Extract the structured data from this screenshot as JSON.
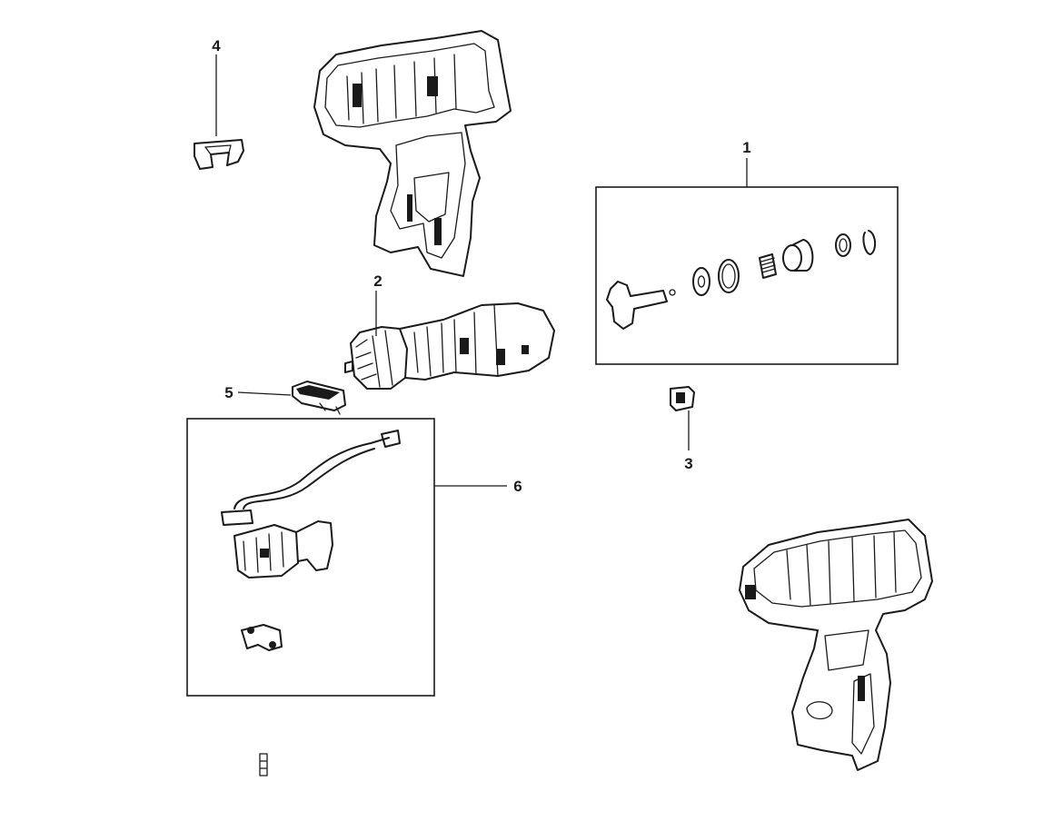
{
  "callouts": {
    "c1": "1",
    "c2": "2",
    "c3": "3",
    "c4": "4",
    "c5": "5",
    "c6": "6"
  },
  "parts": [
    {
      "id": "1",
      "icon": "gear-shaft-assembly-icon"
    },
    {
      "id": "2",
      "icon": "motor-gearbox-icon"
    },
    {
      "id": "3",
      "icon": "clip-icon"
    },
    {
      "id": "4",
      "icon": "belt-hook-icon"
    },
    {
      "id": "5",
      "icon": "pad-icon"
    },
    {
      "id": "6",
      "icon": "switch-wiring-icon"
    }
  ]
}
